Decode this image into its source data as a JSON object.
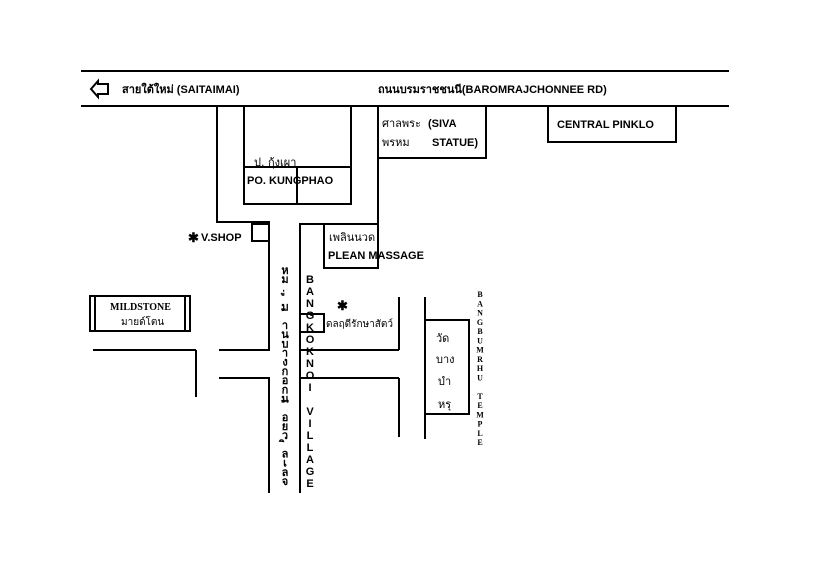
{
  "roads": {
    "top_left_label": "สายใต้ใหม่ (SAITAIMAI)",
    "top_main_label": "ถนนบรมราชชนนี(BAROMRAJCHONNEE RD)"
  },
  "places": {
    "central": "CENTRAL PINKLO",
    "siva_thai1": "ศาลพระ",
    "siva_en1": "(SIVA",
    "siva_thai2": "พรหม",
    "siva_en2": "STATUE)",
    "kungphao_thai": "ป. กุ้งเผา",
    "kungphao_en": "PO. KUNGPHAO",
    "vshop": "V.SHOP",
    "massage_thai": "เพลินนวด",
    "massage_en": "PLEAN MASSAGE",
    "mildstone_en": "MILDSTONE",
    "mildstone_thai": "มายด์โตน",
    "shop_thai": "ดลฤดีรักษาสัตว์",
    "temple_thai": [
      "วัด",
      "บาง",
      "บำ",
      "หรุ"
    ],
    "temple_en": "BANGBUMRHU TEMPLE",
    "village_thai": "หมู่บ้านบางกอกน้อยวิลเลจ",
    "village_en": "BANGKOKNOI VILLAGE",
    "star": "✱"
  }
}
